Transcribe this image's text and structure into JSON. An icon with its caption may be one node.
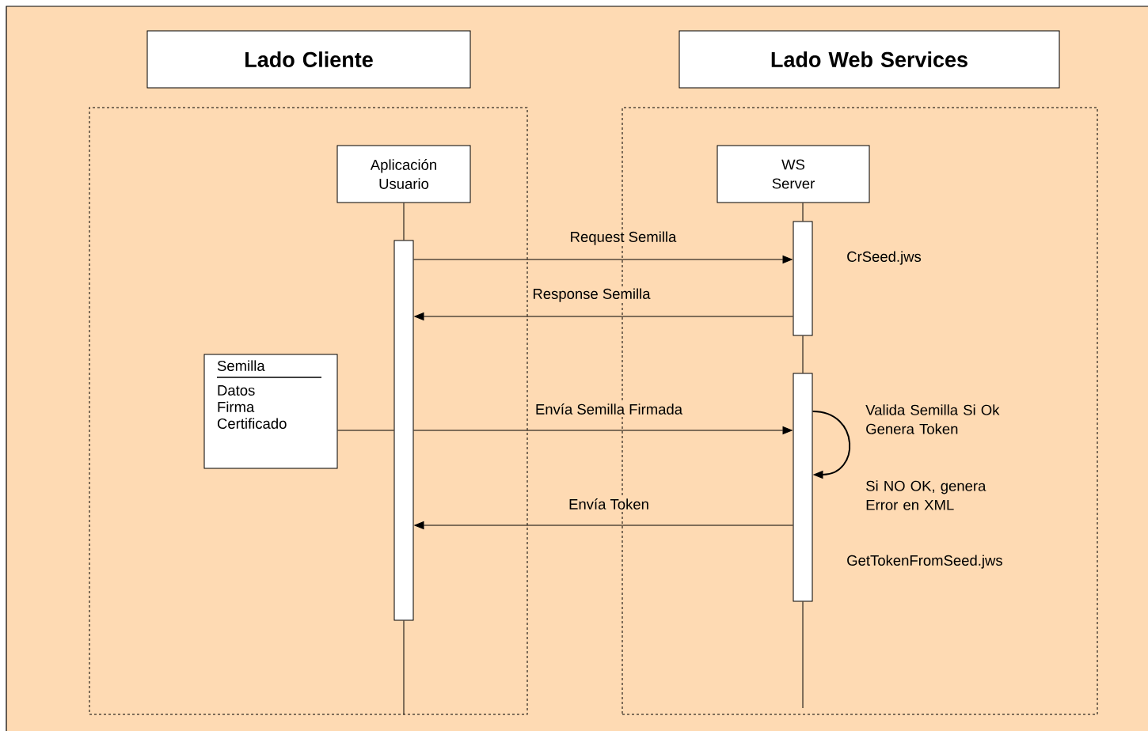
{
  "diagram": {
    "nodes": [
      {
        "text": [
          "Lado Cliente"
        ]
      },
      {
        "text": [
          "Lado Web Services"
        ]
      },
      {
        "text": [],
        "shape": "box"
      },
      {
        "text": [],
        "shape": "box"
      },
      {
        "text": [
          "Aplicación Usuario"
        ],
        "in": 2
      },
      {
        "text": [
          "WS Server"
        ],
        "in": 3
      },
      {
        "text": [],
        "shape": "bar",
        "in": 2
      },
      {
        "text": [],
        "shape": "bar",
        "in": 3
      },
      {
        "text": [],
        "shape": "bar",
        "in": 3
      },
      {
        "text": [
          "Semilla",
          "Datos",
          "Firma",
          "Certificado"
        ],
        "in": 2
      }
    ],
    "edges": [
      {
        "from": 4,
        "to": 6,
        "arrow": "none"
      },
      {
        "from": 6,
        "to": null,
        "arrow": "none"
      },
      {
        "from": 5,
        "to": 7,
        "arrow": "none"
      },
      {
        "from": 7,
        "to": 8,
        "arrow": "none"
      },
      {
        "from": 8,
        "to": null,
        "arrow": "none"
      },
      {
        "from": 6,
        "to": 7,
        "arrow": "to",
        "label": "Request Semilla"
      },
      {
        "from": 7,
        "to": 6,
        "arrow": "to",
        "label": "Response Semilla"
      },
      {
        "from": 9,
        "to": 6,
        "arrow": "none"
      },
      {
        "from": 6,
        "to": 8,
        "arrow": "to",
        "label": "Envía Semilla Firmada"
      },
      {
        "from": 8,
        "to": 8,
        "arrow": "to"
      },
      {
        "from": 8,
        "to": 6,
        "arrow": "to",
        "label": "Envía Token"
      }
    ],
    "labels": [
      "CrSeed.jws",
      "Valida Semilla Si Ok Genera Token",
      "Si NO OK, genera Error en XML",
      "GetTokenFromSeed.jws"
    ]
  }
}
